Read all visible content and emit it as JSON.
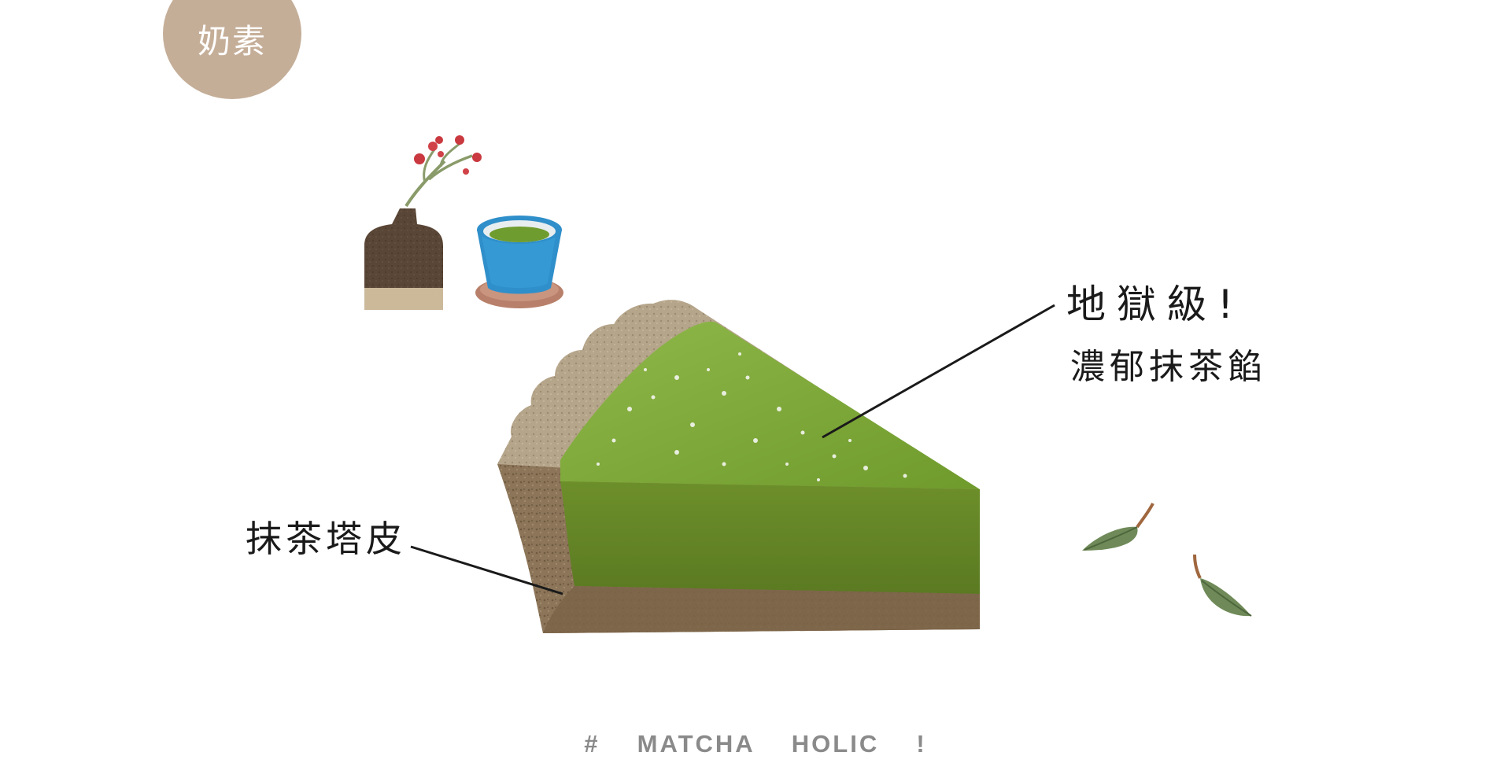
{
  "badge": {
    "text": "奶素",
    "color": "#c5ae98"
  },
  "annotations": {
    "filling_line1": "地獄級!",
    "filling_line2": "濃郁抹茶餡",
    "crust": "抹茶塔皮"
  },
  "hashtag": "#  MATCHA  HOLIC  !",
  "illustrations": [
    "vase-with-red-berries-icon",
    "matcha-cup-icon",
    "matcha-tart-slice",
    "tea-leaf-icon"
  ],
  "colors": {
    "matcha_green": "#7fa535",
    "crust_brown": "#8c7559",
    "hashtag_gray": "#8a8a8a"
  }
}
